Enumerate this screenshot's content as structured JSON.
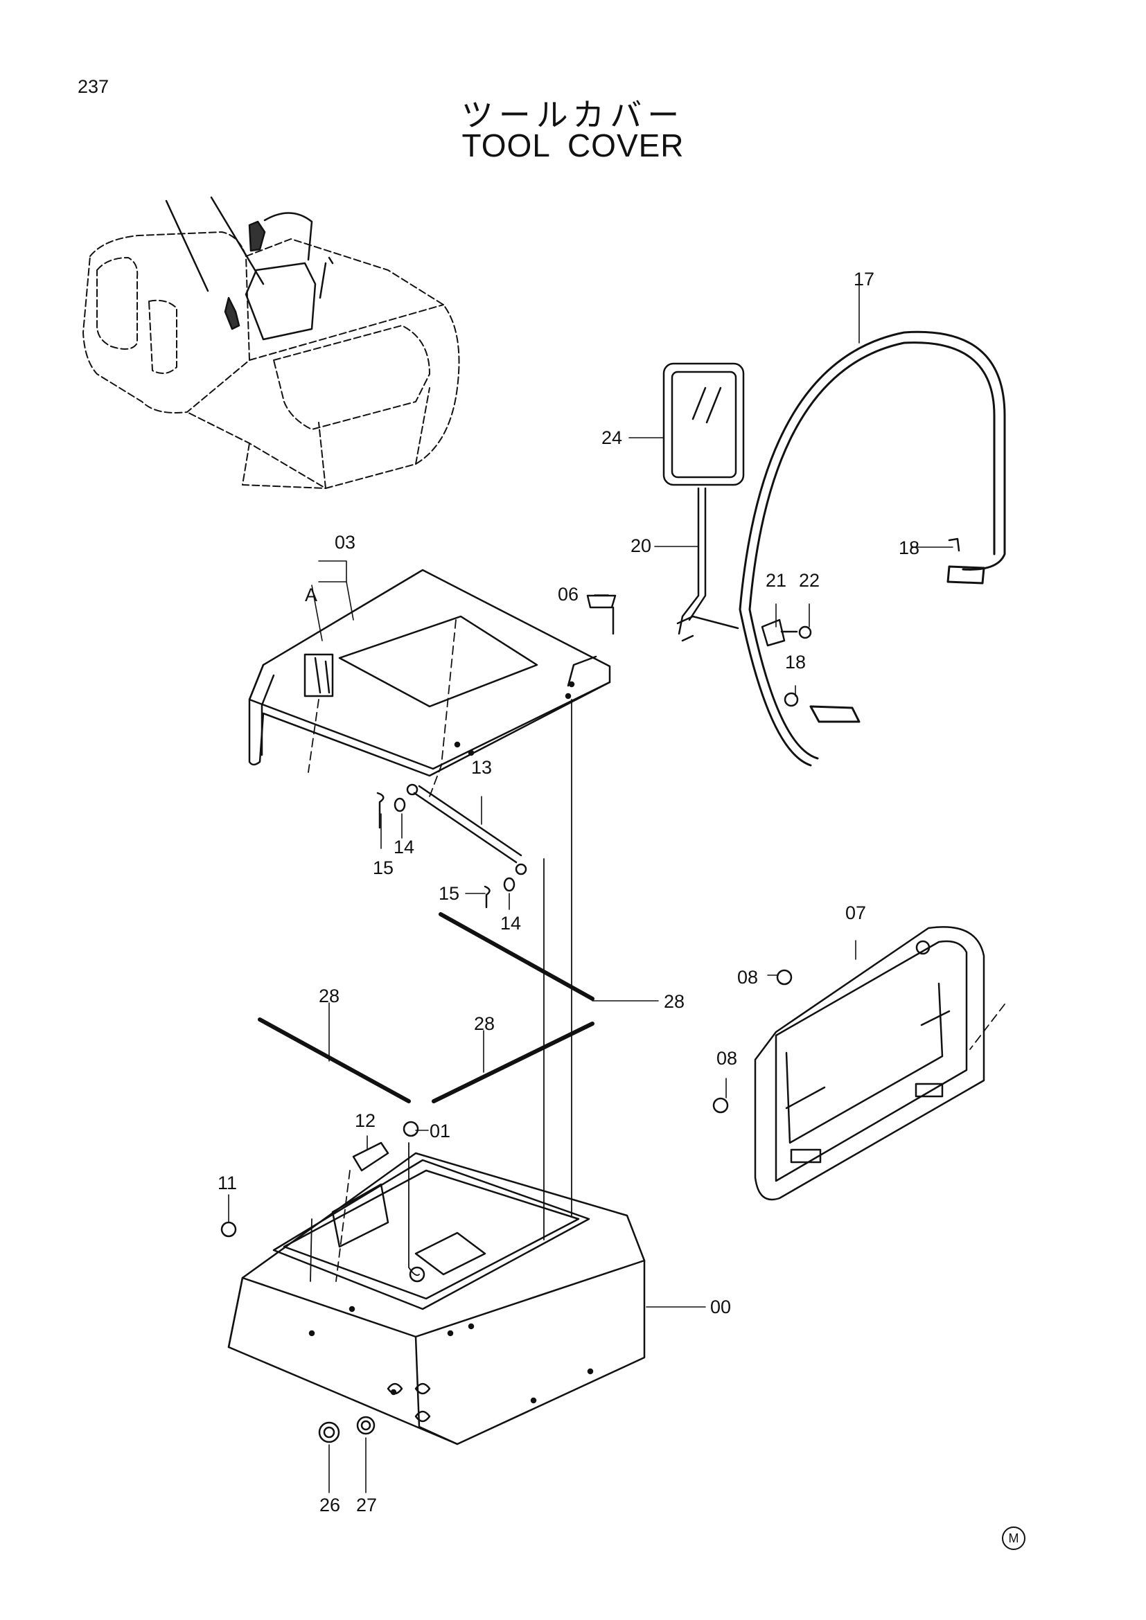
{
  "page_number": "237",
  "title_jp": "ツールカバー",
  "title_en": "TOOL COVER",
  "view_label": "A",
  "callouts": {
    "c00": "00",
    "c01": "01",
    "c03": "03",
    "c06": "06",
    "c07": "07",
    "c08a": "08",
    "c08b": "08",
    "c11": "11",
    "c12": "12",
    "c13": "13",
    "c14a": "14",
    "c14b": "14",
    "c15a": "15",
    "c15b": "15",
    "c17": "17",
    "c18a": "18",
    "c18b": "18",
    "c20": "20",
    "c21": "21",
    "c22": "22",
    "c24": "24",
    "c26": "26",
    "c27": "27",
    "c28a": "28",
    "c28b": "28",
    "c28c": "28"
  },
  "corner_mark": "M"
}
